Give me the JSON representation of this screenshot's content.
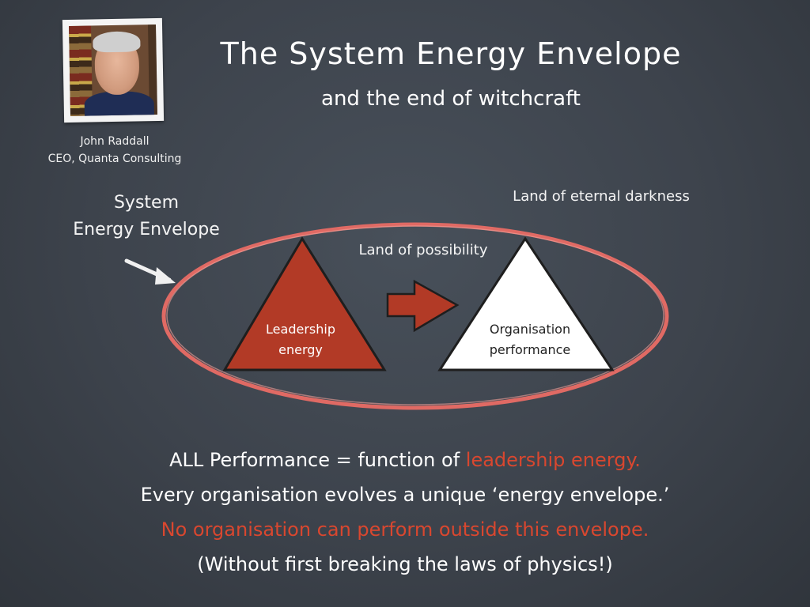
{
  "slide": {
    "title": "The System Energy Envelope",
    "subtitle": "and the end of witchcraft",
    "author": {
      "name": "John Raddall",
      "role": "CEO, Quanta Consulting"
    }
  },
  "diagram": {
    "envelope_label_line1": "System",
    "envelope_label_line2": "Energy Envelope",
    "outside_label": "Land of eternal darkness",
    "inside_label": "Land of possibility",
    "left_triangle": {
      "line1": "Leadership",
      "line2": "energy",
      "fill": "#b23a26"
    },
    "right_triangle": {
      "line1": "Organisation",
      "line2": "performance",
      "fill": "#ffffff"
    },
    "arrow_color": "#b23a26",
    "envelope_color": "#e06a64",
    "icons": [
      "chalk-arrow-icon",
      "right-arrow-icon"
    ]
  },
  "statements": {
    "line1_prefix": "ALL Performance = function of ",
    "line1_highlight": "leadership energy.",
    "line2": "Every organisation evolves a unique ‘energy envelope.’",
    "line3": "No organisation can perform outside this envelope.",
    "line4": "(Without first breaking the laws of physics!)"
  },
  "colors": {
    "background": "#3d434c",
    "text": "#ffffff",
    "highlight": "#d9472f"
  }
}
